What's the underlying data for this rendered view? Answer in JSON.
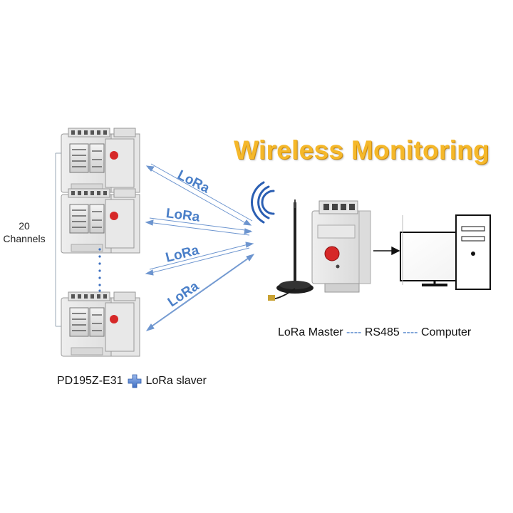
{
  "title": "Wireless Monitoring",
  "channels": {
    "count": "20",
    "label": "Channels"
  },
  "links": [
    "LoRa",
    "LoRa",
    "LoRa",
    "LoRa"
  ],
  "caption": {
    "master": "LoRa Master",
    "sep1": "----",
    "bus": "RS485",
    "sep2": "----",
    "computer": "Computer"
  },
  "slave_label": {
    "model": "PD195Z-E31",
    "plus_icon": "plus-icon",
    "slave": "LoRa slaver"
  },
  "colors": {
    "title": "#f5b82a",
    "lora": "#4a7fc8",
    "plus": "#5a86d6"
  }
}
